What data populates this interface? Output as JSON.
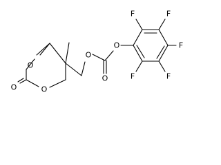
{
  "atom_labels": {
    "ring_o_top": "O",
    "ring_o_bottom": "O",
    "carbonyl_o_ring": "O",
    "ester_o_chain": "O",
    "carbonyl_o_carbonate": "O",
    "ester_o_aryl": "O",
    "f_top_left": "F",
    "f_top_right": "F",
    "f_right": "F",
    "f_bottom_left": "F",
    "f_bottom_right": "F"
  },
  "colors": {
    "ink": "#000000",
    "background": "#ffffff"
  }
}
